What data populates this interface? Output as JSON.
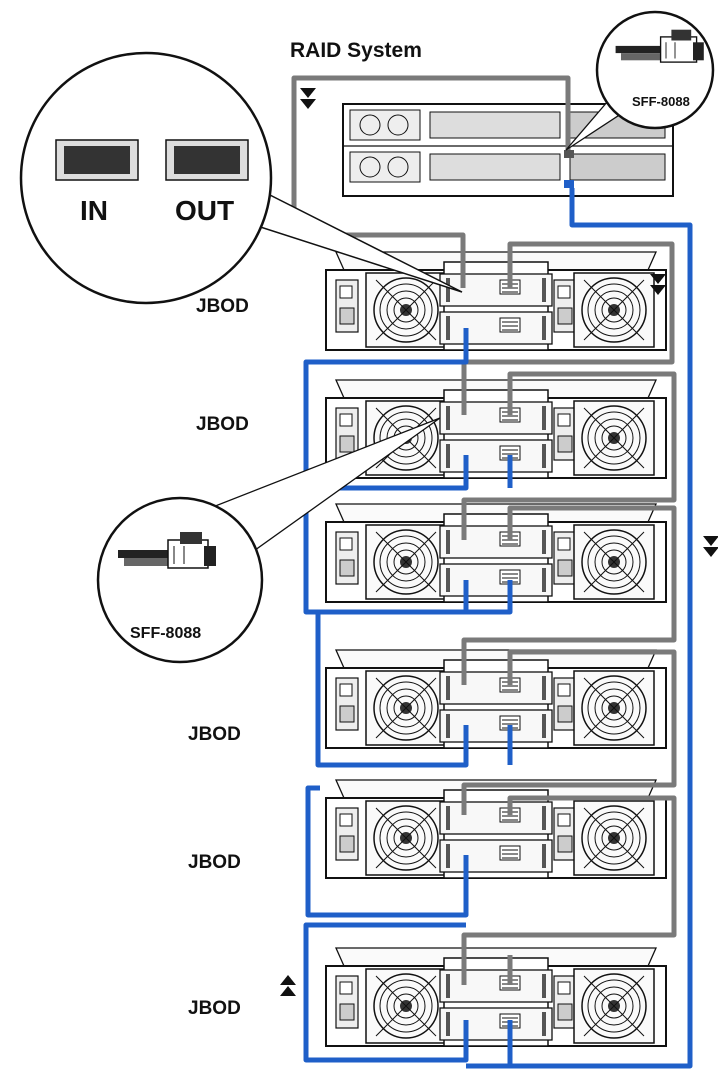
{
  "title": "RAID System",
  "callout_top_left": {
    "in_label": "IN",
    "out_label": "OUT"
  },
  "callout_top_right": {
    "label": "SFF-8088"
  },
  "callout_left": {
    "label": "SFF-8088"
  },
  "jbod_label": "JBOD",
  "colors": {
    "gray_cable": "#7a7a7a",
    "blue_cable": "#1f5fc8",
    "line": "#111111",
    "fill": "#f4f4f4"
  }
}
